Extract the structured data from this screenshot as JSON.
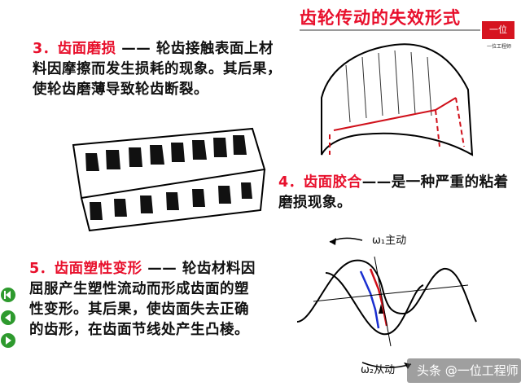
{
  "title": "齿轮传动的失效形式",
  "logo": {
    "mark": "一位",
    "sub": "一位工程师"
  },
  "sections": {
    "wear": {
      "num": "3．",
      "head": "齿面磨损",
      "body": " —— 轮齿接触表面上材料因摩擦而发生损耗的现象。其后果，使轮齿磨薄导致轮齿断裂。"
    },
    "scuffing": {
      "num": "4．",
      "head": "齿面胶合",
      "body": "——是一种严重的粘着磨损现象。"
    },
    "plastic": {
      "num": "5．",
      "head": "齿面塑性变形",
      "body": " —— 轮齿材料因屈服产生塑性流动而形成齿面的塑性变形。其后果，使齿面失去正确的齿形，在齿面节线处产生凸棱。"
    }
  },
  "diagram": {
    "driver_label": "ω₁主动",
    "driven_label": "ω₂从动"
  },
  "watermark": "头条 @一位工程师",
  "colors": {
    "title": "#e8102c",
    "nav": "#2e9a2e"
  }
}
